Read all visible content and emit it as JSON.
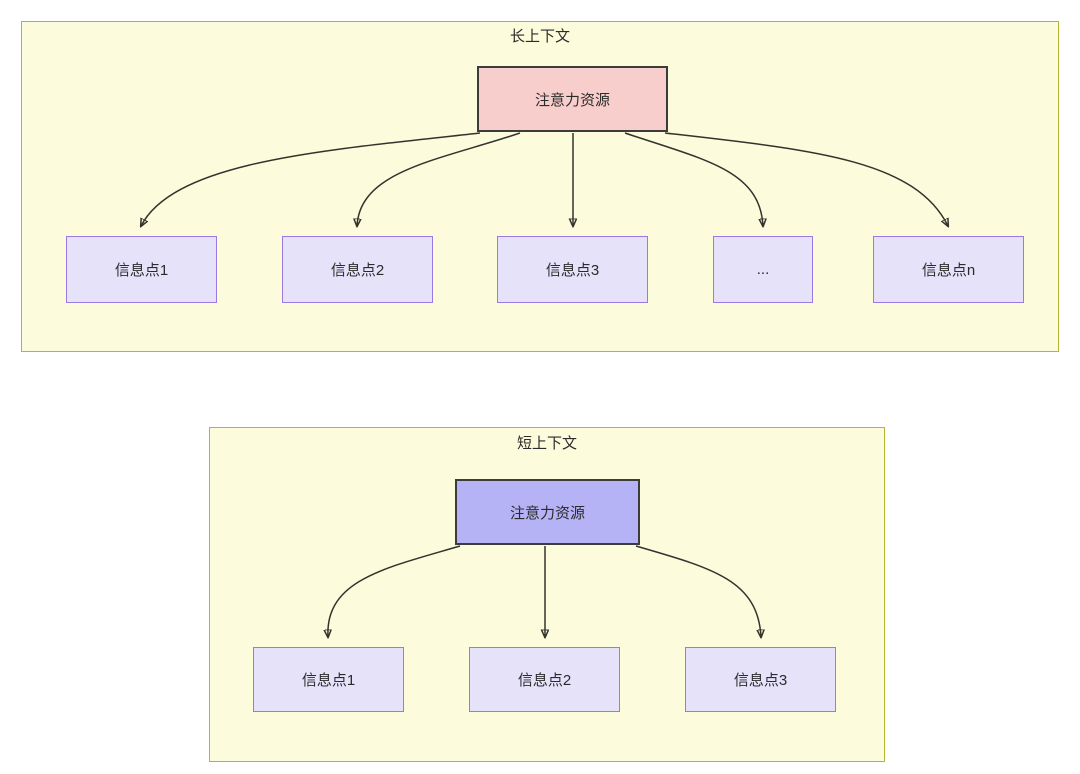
{
  "diagram": {
    "title_long": "长上下文",
    "title_short": "短上下文",
    "colors": {
      "panel_fill": "#fcfbdb",
      "panel_border": "#b5b535",
      "root_pink_fill": "#f8cecc",
      "root_blue_fill": "#b5b2f5",
      "root_border": "#3c3c3c",
      "info_fill": "#e6e2fa",
      "info_border": "#9a79e0",
      "edge_stroke": "#33332e",
      "text": "#2b2b2b"
    }
  },
  "long_context": {
    "title": "长上下文",
    "root_label": "注意力资源",
    "leaves": [
      {
        "label": "信息点1"
      },
      {
        "label": "信息点2"
      },
      {
        "label": "信息点3"
      },
      {
        "label": "..."
      },
      {
        "label": "信息点n"
      }
    ]
  },
  "short_context": {
    "title": "短上下文",
    "root_label": "注意力资源",
    "leaves": [
      {
        "label": "信息点1"
      },
      {
        "label": "信息点2"
      },
      {
        "label": "信息点3"
      }
    ]
  }
}
